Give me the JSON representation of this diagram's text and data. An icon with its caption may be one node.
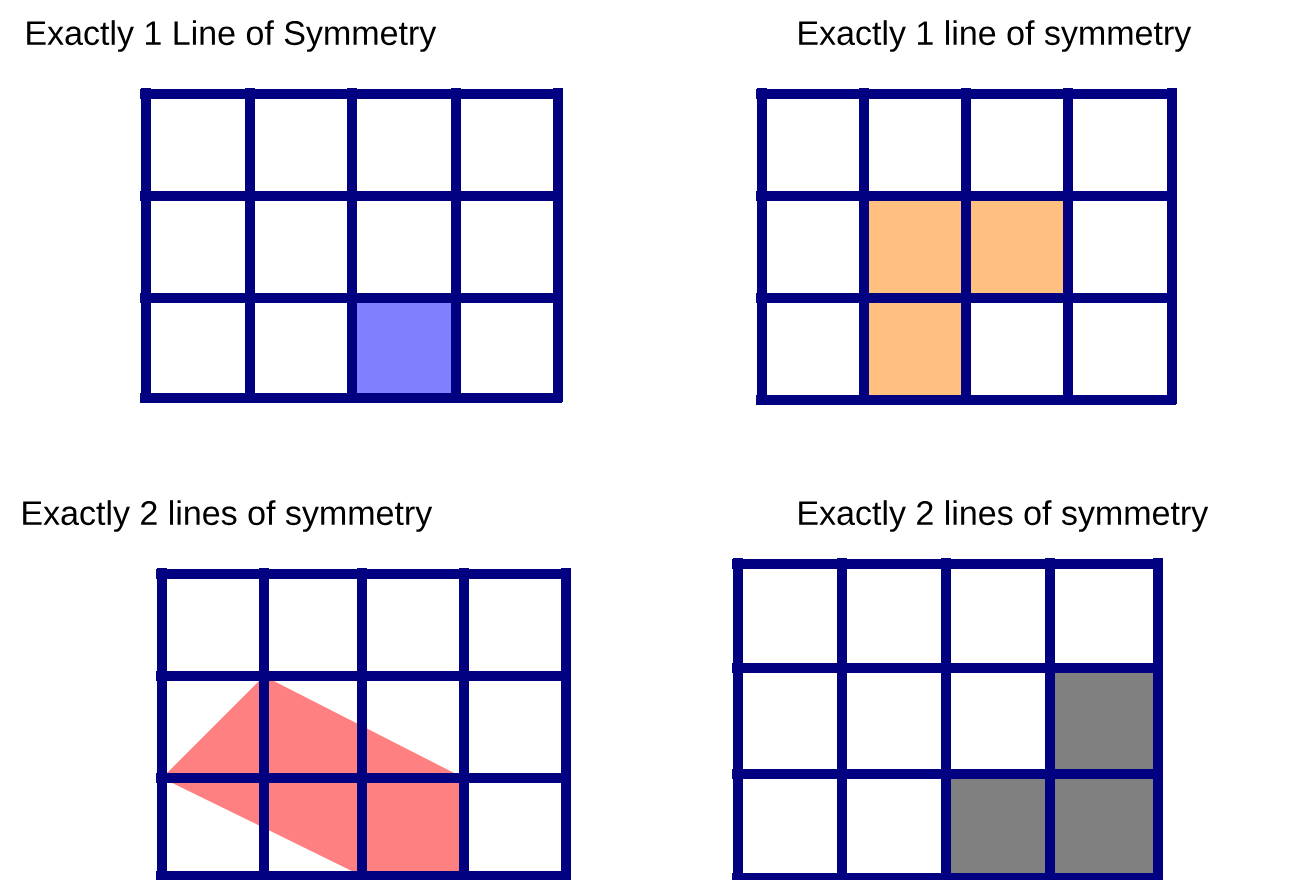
{
  "diagram": {
    "labels": [
      "Exactly 1 Line of Symmetry",
      "Exactly 1 line of symmetry",
      "Exactly 2 lines of symmetry",
      "Exactly 2 lines of symmetry"
    ]
  }
}
